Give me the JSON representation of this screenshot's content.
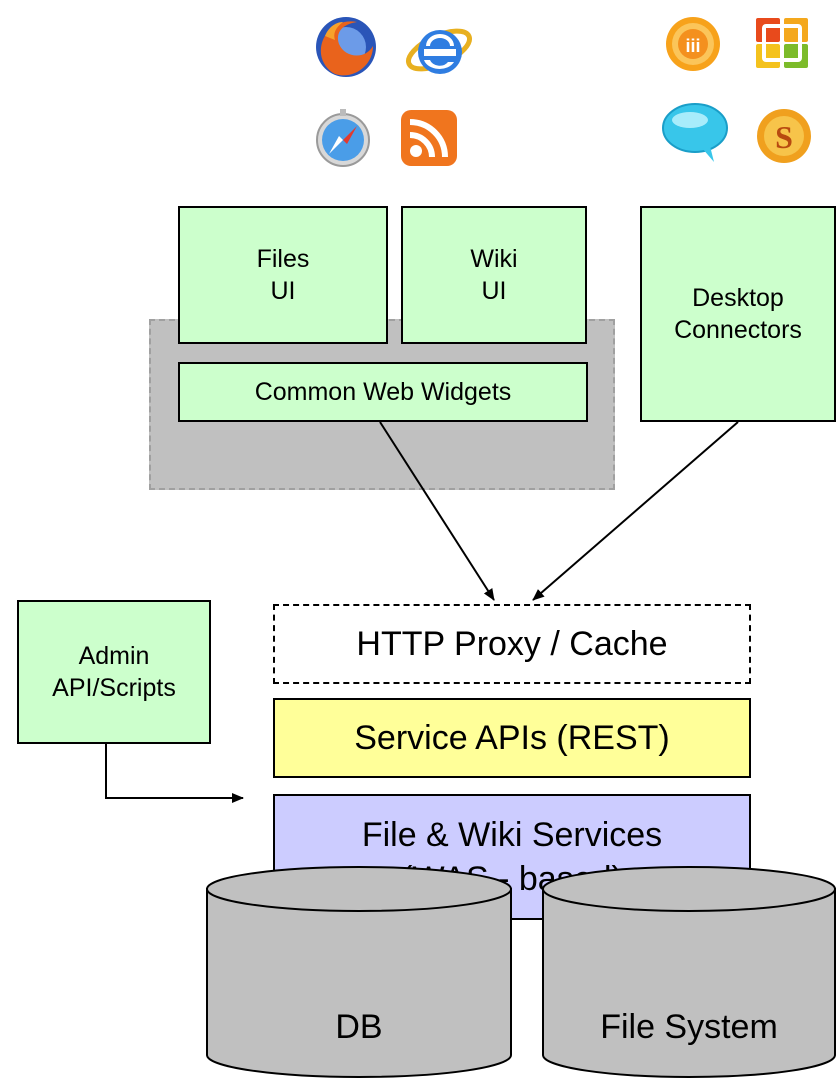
{
  "clients": {
    "browser_icons": [
      "firefox-icon",
      "internet-explorer-icon",
      "safari-icon",
      "rss-feed-icon"
    ],
    "desktop_icons": [
      "lotus-notes-icon",
      "microsoft-office-icon",
      "sametime-chat-icon",
      "lotus-symphony-icon"
    ]
  },
  "ui_layer": {
    "files_ui": "Files\nUI",
    "wiki_ui": "Wiki\nUI",
    "common_widgets": "Common Web Widgets",
    "desktop_connectors": "Desktop\nConnectors"
  },
  "admin": {
    "label": "Admin\nAPI/Scripts"
  },
  "server_stack": {
    "proxy": "HTTP Proxy / Cache",
    "service_apis": "Service APIs (REST)",
    "services": "File & Wiki Services\n(WAS - based)"
  },
  "storage": {
    "db": "DB",
    "file_system": "File System"
  },
  "colors": {
    "ui_green": "#ccffcc",
    "api_yellow": "#ffff99",
    "service_blue": "#ccccff",
    "storage_gray": "#c0c0c0",
    "widget_area_gray": "#c0c0c0"
  }
}
